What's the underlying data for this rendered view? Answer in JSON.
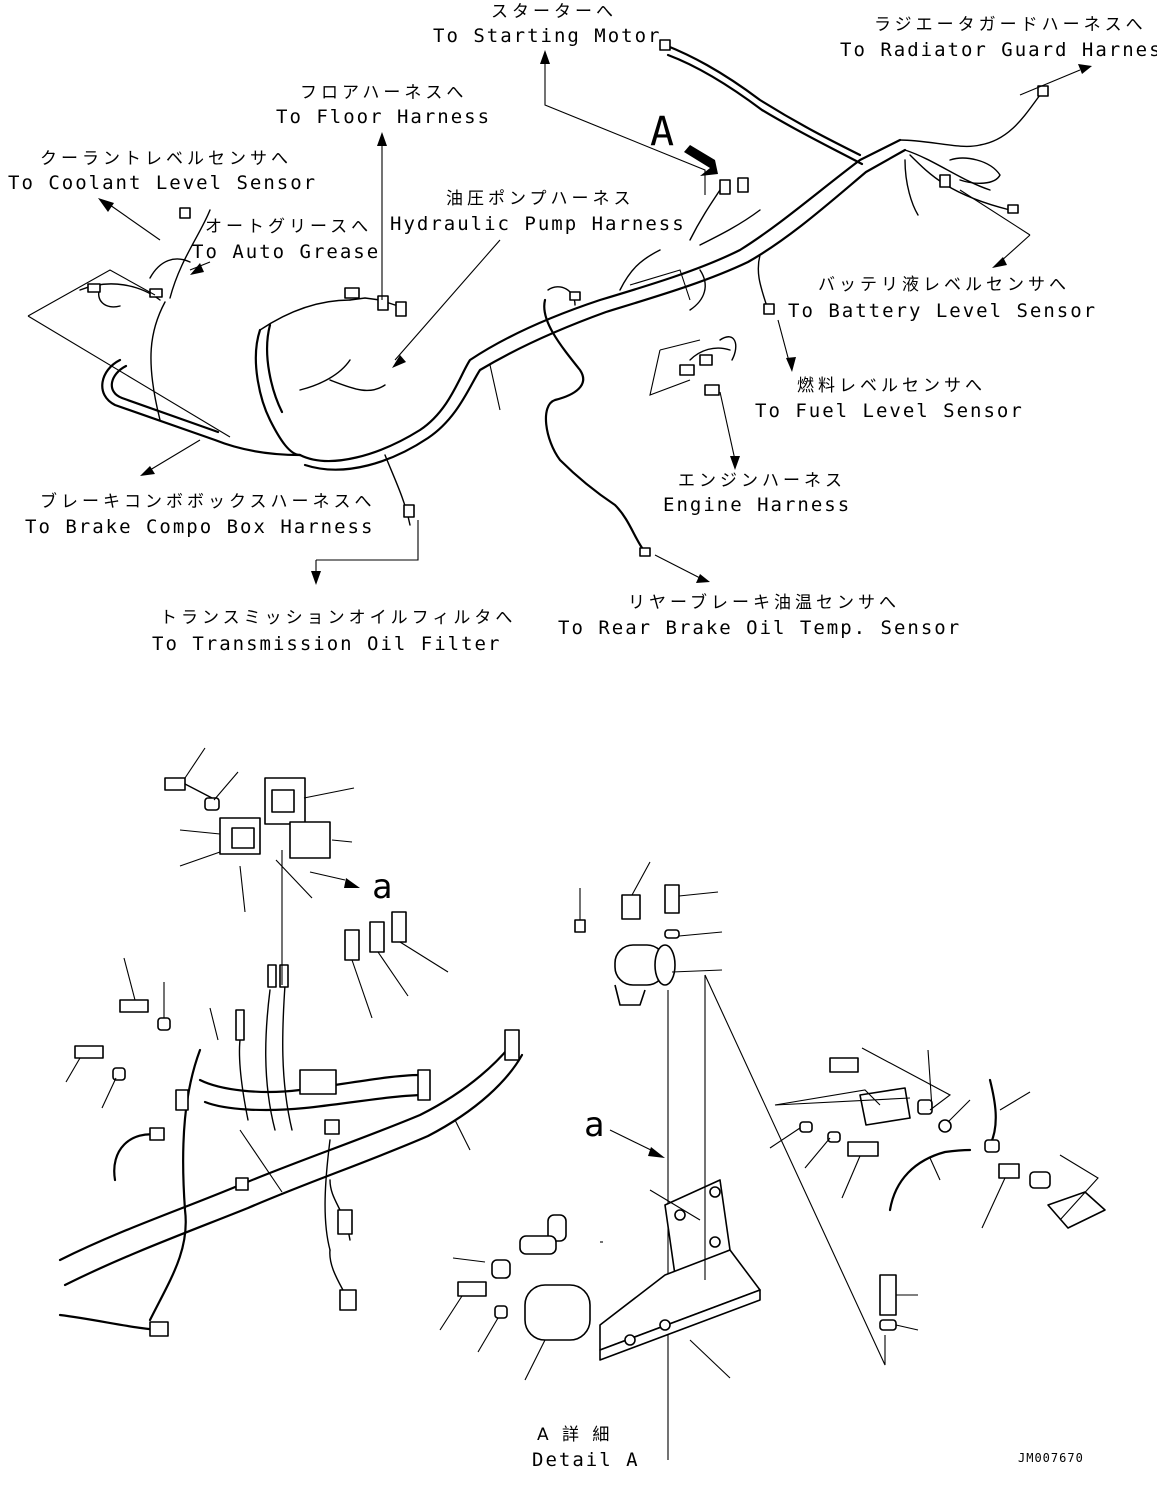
{
  "labels": {
    "starting_motor": {
      "jp": "スターターへ",
      "en": "To Starting Motor"
    },
    "radiator_guard": {
      "jp": "ラジエータガードハーネスへ",
      "en": "To Radiator Guard Harness"
    },
    "floor_harness": {
      "jp": "フロアハーネスへ",
      "en": "To Floor Harness"
    },
    "coolant_level": {
      "jp": "クーラントレベルセンサへ",
      "en": "To Coolant Level Sensor"
    },
    "auto_grease": {
      "jp": "オートグリースへ",
      "en": "To Auto Grease"
    },
    "hydraulic_pump": {
      "jp": "油圧ポンプハーネス",
      "en": "Hydraulic Pump Harness"
    },
    "battery_level": {
      "jp": "バッテリ液レベルセンサへ",
      "en": "To Battery Level Sensor"
    },
    "fuel_level": {
      "jp": "燃料レベルセンサへ",
      "en": "To Fuel Level Sensor"
    },
    "engine_harness": {
      "jp": "エンジンハーネス",
      "en": "Engine Harness"
    },
    "brake_combo": {
      "jp": "ブレーキコンボボックスハーネスへ",
      "en": "To Brake Compo Box Harness"
    },
    "transmission_oil": {
      "jp": "トランスミッションオイルフィルタへ",
      "en": "To Transmission Oil Filter"
    },
    "rear_brake": {
      "jp": "リヤーブレーキ油温センサへ",
      "en": "To Rear Brake Oil Temp. Sensor"
    },
    "detail_marker": "A",
    "detail_title": {
      "jp": "A 詳 細",
      "en": "Detail A"
    },
    "sub_a_1": "a",
    "sub_a_2": "a"
  },
  "drawing_ref": "JM007670"
}
